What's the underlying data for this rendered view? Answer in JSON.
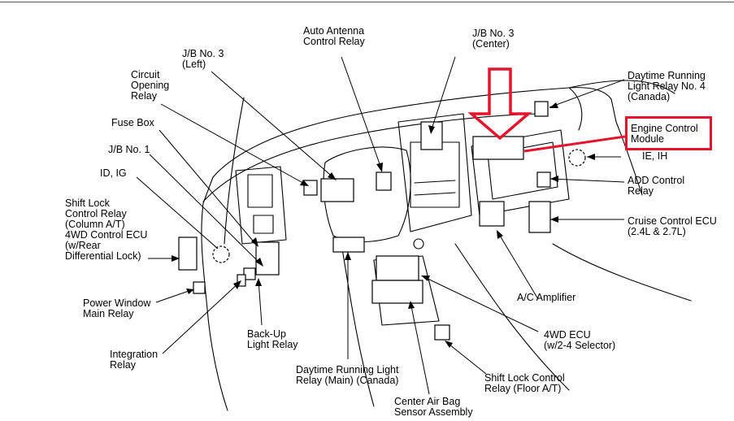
{
  "colors": {
    "line": "#000000",
    "highlight": "#e3142b",
    "background": "#ffffff"
  },
  "labels": {
    "auto_antenna": "Auto Antenna\nControl Relay",
    "jb3_center": "J/B No. 3\n(Center)",
    "jb3_left": "J/B No. 3\n(Left)",
    "circuit_opening": "Circuit\nOpening\nRelay",
    "fuse_box": "Fuse Box",
    "jb1": "J/B No. 1",
    "id_ig": "ID, IG",
    "shift_lock_column": "Shift Lock\nControl Relay\n(Column A/T)\n4WD Control ECU\n(w/Rear\nDifferential Lock)",
    "power_window": "Power Window\nMain Relay",
    "backup_light": "Back-Up\nLight Relay",
    "integration": "Integration\nRelay",
    "drl_main": "Daytime Running Light\nRelay (Main) (Canada)",
    "center_airbag": "Center Air Bag\nSensor Assembly",
    "shift_lock_floor": "Shift Lock Control\nRelay (Floor A/T)",
    "ecu_4wd": "4WD ECU\n(w/2-4 Selector)",
    "ac_amplifier": "A/C Amplifier",
    "cruise_control": "Cruise Control ECU\n(2.4L & 2.7L)",
    "add_control": "ADD Control\nRelay",
    "ie_ih": "IE, IH",
    "engine_control_module": "Engine Control\nModule",
    "drl_no4": "Daytime Running\nLight Relay No. 4\n(Canada)"
  }
}
